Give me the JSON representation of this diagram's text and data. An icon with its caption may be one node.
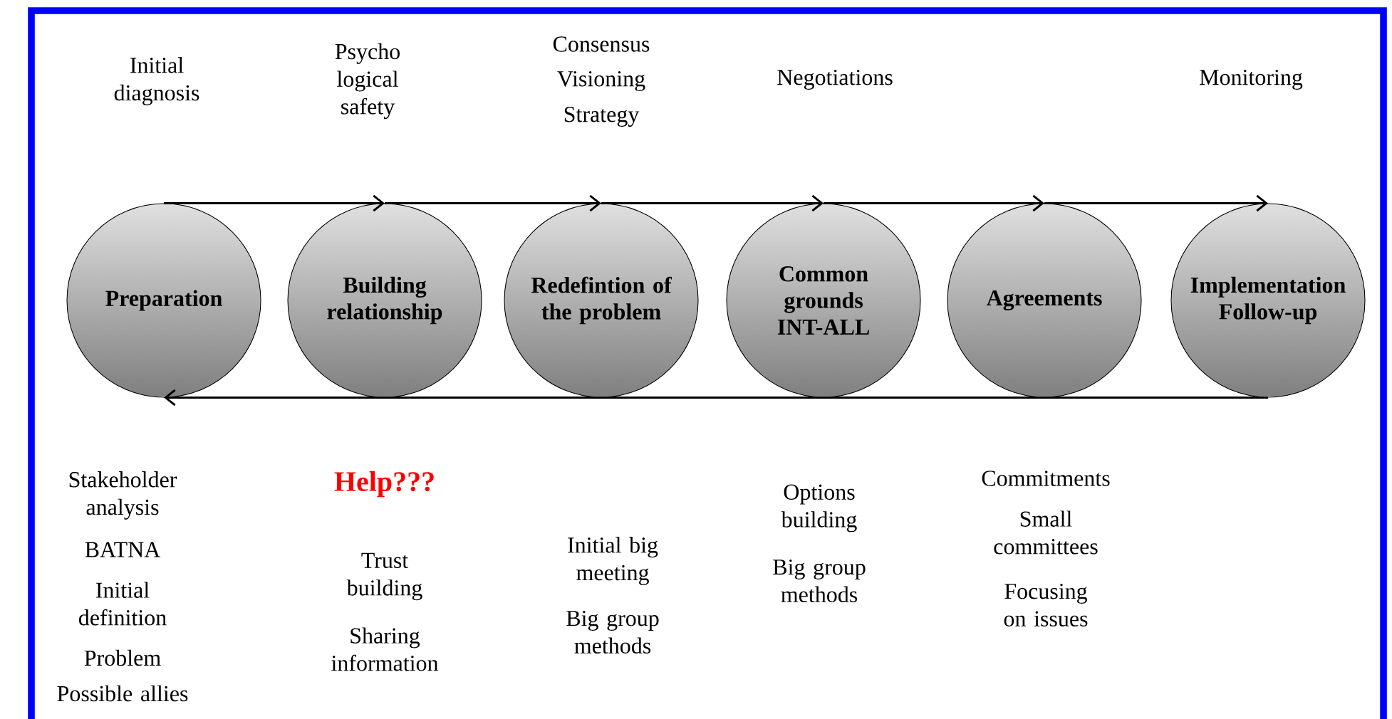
{
  "diagram": {
    "nodes": [
      {
        "text": [
          "Preparation"
        ]
      },
      {
        "text": [
          "Building relationship"
        ]
      },
      {
        "text": [
          "Redefintion of the problem"
        ]
      },
      {
        "text": [
          "Common grounds INT-ALL"
        ]
      },
      {
        "text": [
          "Agreements"
        ]
      },
      {
        "text": [
          "Implementation Follow-up"
        ]
      }
    ],
    "edges": [
      {
        "from": 0,
        "to": 1,
        "arrow": "to"
      },
      {
        "from": 1,
        "to": 2,
        "arrow": "to"
      },
      {
        "from": 2,
        "to": 3,
        "arrow": "to"
      },
      {
        "from": 3,
        "to": 4,
        "arrow": "to"
      },
      {
        "from": 4,
        "to": 5,
        "arrow": "to"
      },
      {
        "from": 5,
        "to": 0,
        "arrow": "to"
      }
    ],
    "labels": [
      "Initial diagnosis",
      "Psycho logical safety",
      "Consensus",
      "Visioning",
      "Strategy",
      "Negotiations",
      "Monitoring",
      "Stakeholder analysis",
      "BATNA",
      "Initial definition",
      "Problem",
      "Possible allies",
      "Help???",
      "Trust building",
      "Sharing information",
      "Initial big meeting",
      "Big group methods",
      "Options building",
      "Big group methods",
      "Commitments",
      "Small committees",
      "Focusing on issues"
    ]
  }
}
